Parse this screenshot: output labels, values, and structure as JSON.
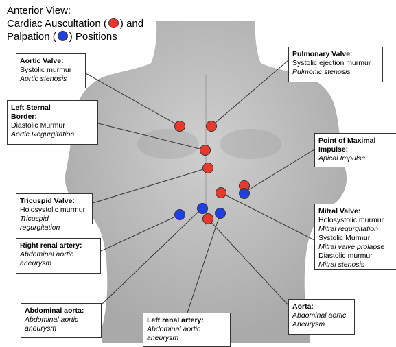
{
  "title": {
    "line1": "Anterior View:",
    "line2_pre": "Cardiac Auscultation (",
    "line2_post": ") and",
    "line3_pre": "Palpation (",
    "line3_post": ") Positions"
  },
  "colors": {
    "auscultation": "#e8392c",
    "palpation": "#1f3fe0",
    "torso": "#bdbdbd",
    "line": "#333333"
  },
  "labels": {
    "aortic": {
      "heading": "Aortic Valve:",
      "lines": [
        {
          "text": "Systolic murmur",
          "italic": false
        },
        {
          "text": "Aortic stenosis",
          "italic": true
        }
      ]
    },
    "sternal": {
      "heading": "Left Sternal\nBorder:",
      "lines": [
        {
          "text": "Diastolic Murmur",
          "italic": false
        },
        {
          "text": "Aortic Regurgitation",
          "italic": true
        }
      ]
    },
    "pulmonary": {
      "heading": "Pulmonary Valve:",
      "lines": [
        {
          "text": "Systolic ejection murmur",
          "italic": false
        },
        {
          "text": "Pulmonic stenosis",
          "italic": true
        }
      ]
    },
    "pmi": {
      "heading": "Point of Maximal\nImpulse:",
      "lines": [
        {
          "text": "Apical Impulse",
          "italic": true
        }
      ]
    },
    "tricuspid": {
      "heading": "Tricuspid Valve:",
      "lines": [
        {
          "text": "Holosystolic murmur",
          "italic": false
        },
        {
          "text": "Tricuspid regurgitation",
          "italic": true
        }
      ]
    },
    "mitral": {
      "heading": "Mitral Valve:",
      "lines": [
        {
          "text": "Holosystolic murmur",
          "italic": false
        },
        {
          "text": "Mitral regurgitation",
          "italic": true
        },
        {
          "text": "Systolic Murmur",
          "italic": false
        },
        {
          "text": "Mitral valve prolapse",
          "italic": true
        },
        {
          "text": "Diastolic murmur",
          "italic": false
        },
        {
          "text": "Mitral stenosis",
          "italic": true
        }
      ]
    },
    "right_renal": {
      "heading": "Right renal artery:",
      "lines": [
        {
          "text": "Abdominal aortic\naneurysm",
          "italic": true
        }
      ]
    },
    "abd_aorta": {
      "heading": "Abdominal aorta:",
      "lines": [
        {
          "text": "Abdominal aortic\naneurysm",
          "italic": true
        }
      ]
    },
    "left_renal": {
      "heading": "Left renal artery:",
      "lines": [
        {
          "text": "Abdominal aortic\naneurysm",
          "italic": true
        }
      ]
    },
    "aorta": {
      "heading": "Aorta:",
      "lines": [
        {
          "text": "Abdominal aortic\nAneurysm",
          "italic": true
        }
      ]
    }
  }
}
